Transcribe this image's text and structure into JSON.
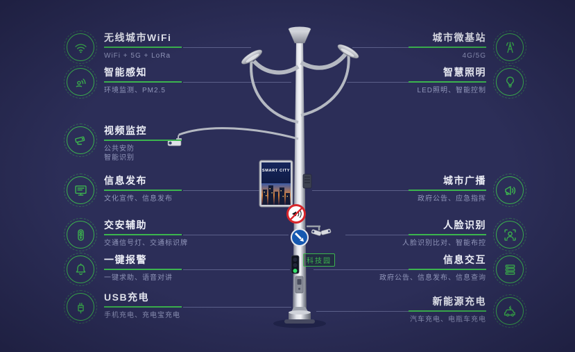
{
  "page": {
    "background": "#2c2e58",
    "accent": "#3cb54e"
  },
  "pole": {
    "screen_title": "SMART CITY",
    "tech_tag": "科技园"
  },
  "features": {
    "left": [
      {
        "icon": "wifi",
        "title": "无线城市WiFi",
        "subtitle": "WiFi + 5G + LoRa"
      },
      {
        "icon": "sensor",
        "title": "智能感知",
        "subtitle": "环境监测、PM2.5"
      },
      {
        "icon": "cctv",
        "title": "视频监控",
        "subtitle": "公共安防\n智能识别"
      },
      {
        "icon": "screen",
        "title": "信息发布",
        "subtitle": "文化宣传、信息发布"
      },
      {
        "icon": "traffic",
        "title": "交安辅助",
        "subtitle": "交通信号灯、交通标识牌"
      },
      {
        "icon": "alarm",
        "title": "一键报警",
        "subtitle": "一键求助、语音对讲"
      },
      {
        "icon": "usb",
        "title": "USB充电",
        "subtitle": "手机充电、充电宝充电"
      }
    ],
    "right": [
      {
        "icon": "station",
        "title": "城市微基站",
        "subtitle": "4G/5G"
      },
      {
        "icon": "bulb",
        "title": "智慧照明",
        "subtitle": "LED照明、智能控制"
      },
      {
        "icon": "speaker",
        "title": "城市广播",
        "subtitle": "政府公告、应急指挥"
      },
      {
        "icon": "face",
        "title": "人脸识别",
        "subtitle": "人脸识别比对、智能布控"
      },
      {
        "icon": "interact",
        "title": "信息交互",
        "subtitle": "政府公告、信息发布、信息查询"
      },
      {
        "icon": "ev",
        "title": "新能源充电",
        "subtitle": "汽车充电、电瓶车充电"
      }
    ]
  }
}
